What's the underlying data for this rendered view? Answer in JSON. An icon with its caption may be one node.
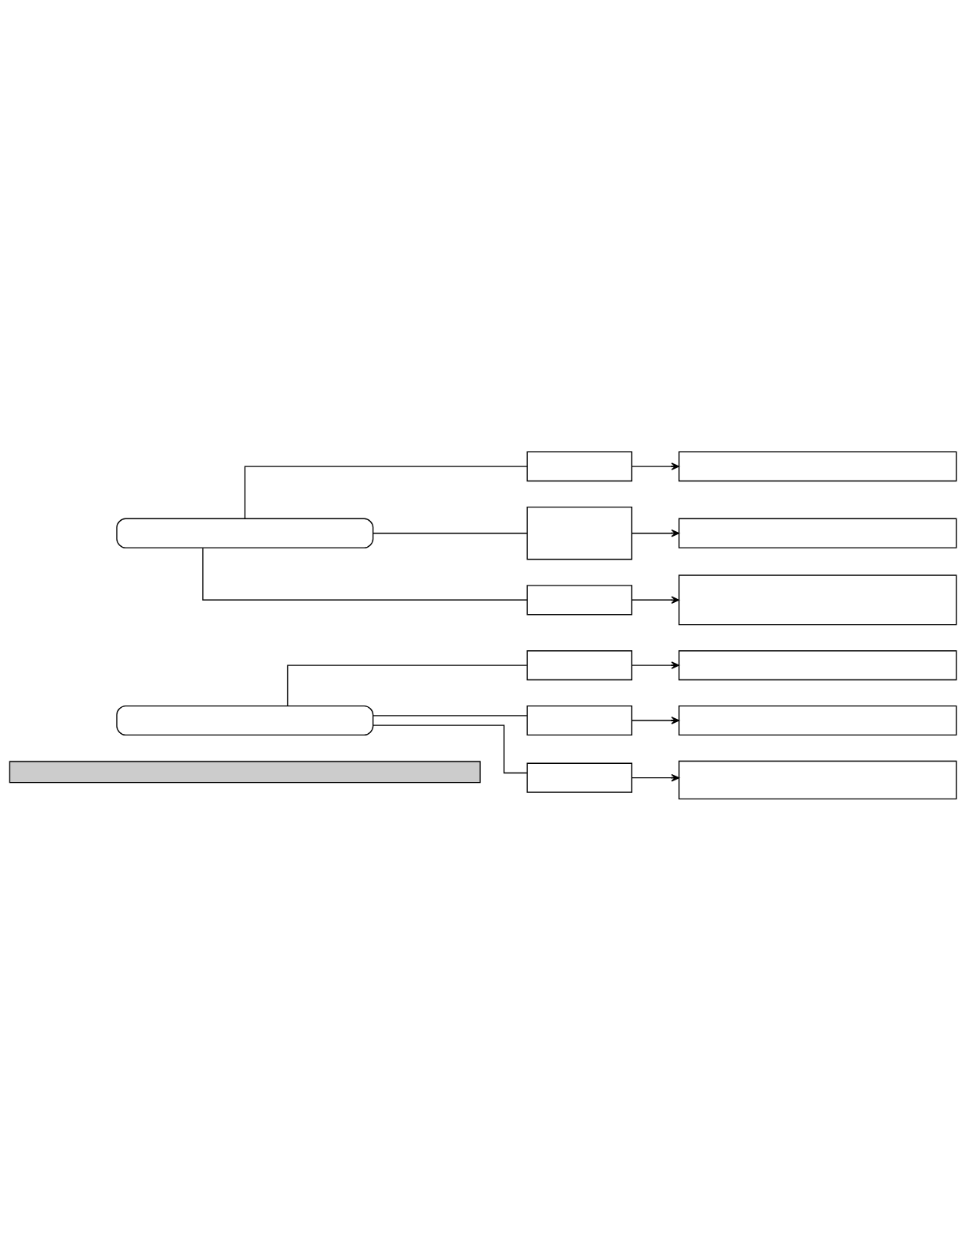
{
  "diagram": {
    "nodes": [
      {
        "text": [],
        "shape": "bar"
      },
      {
        "text": [],
        "shape": "box"
      },
      {
        "text": [],
        "shape": "box"
      },
      {
        "text": [],
        "shape": "box"
      },
      {
        "text": [],
        "shape": "box"
      },
      {
        "text": [],
        "shape": "box"
      },
      {
        "text": [],
        "shape": "box"
      },
      {
        "text": [],
        "shape": "box"
      },
      {
        "text": [],
        "shape": "box"
      },
      {
        "text": [],
        "shape": "box"
      },
      {
        "text": [],
        "shape": "box"
      },
      {
        "text": [],
        "shape": "box"
      },
      {
        "text": [],
        "shape": "box"
      },
      {
        "text": [],
        "shape": "box"
      },
      {
        "text": [],
        "shape": "box"
      }
    ],
    "edges": [
      {
        "from": 1,
        "to": 2,
        "arrow": "none"
      },
      {
        "from": 1,
        "to": 4,
        "arrow": "none"
      },
      {
        "from": 1,
        "to": 6,
        "arrow": "none"
      },
      {
        "from": 2,
        "to": 3,
        "arrow": "to"
      },
      {
        "from": 4,
        "to": 5,
        "arrow": "to"
      },
      {
        "from": 6,
        "to": 7,
        "arrow": "to"
      },
      {
        "from": 8,
        "to": 9,
        "arrow": "none"
      },
      {
        "from": 8,
        "to": 11,
        "arrow": "none"
      },
      {
        "from": 8,
        "to": 13,
        "arrow": "none"
      },
      {
        "from": 9,
        "to": 10,
        "arrow": "to"
      },
      {
        "from": 11,
        "to": 12,
        "arrow": "to"
      },
      {
        "from": 13,
        "to": 14,
        "arrow": "to"
      }
    ]
  }
}
